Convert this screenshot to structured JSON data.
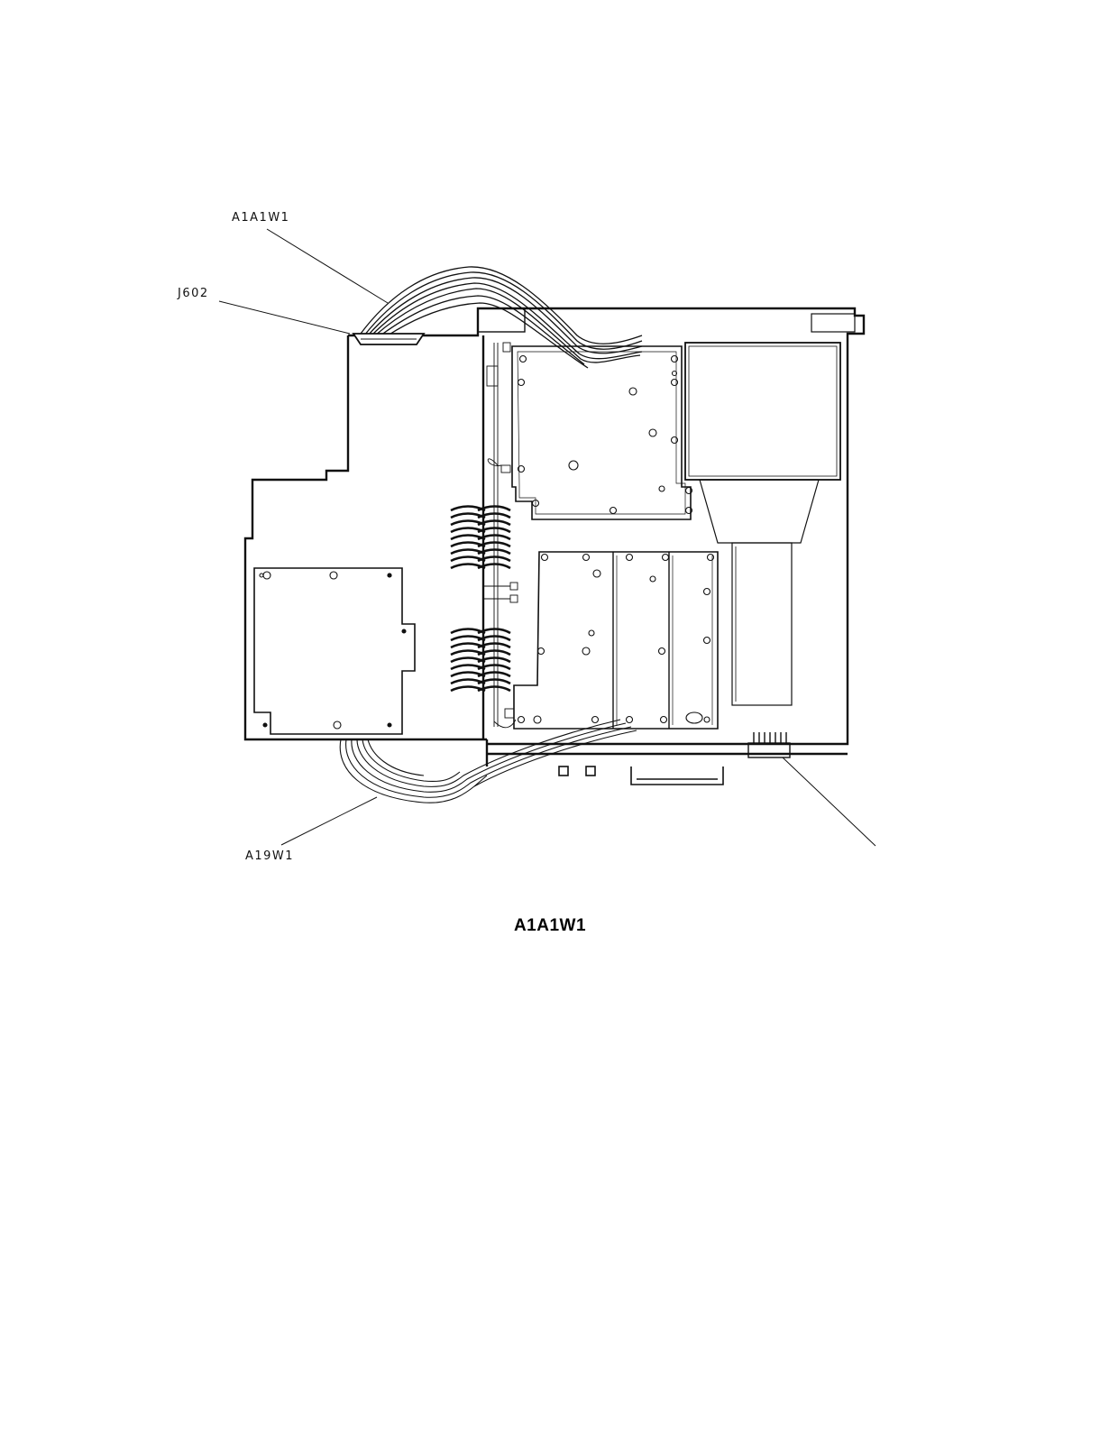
{
  "callouts": {
    "a1a1w1": "A1A1W1",
    "j602": "J602",
    "a19w1": "A19W1"
  },
  "caption": "A1A1W1",
  "colors": {
    "line": "#111111",
    "background": "#ffffff"
  }
}
